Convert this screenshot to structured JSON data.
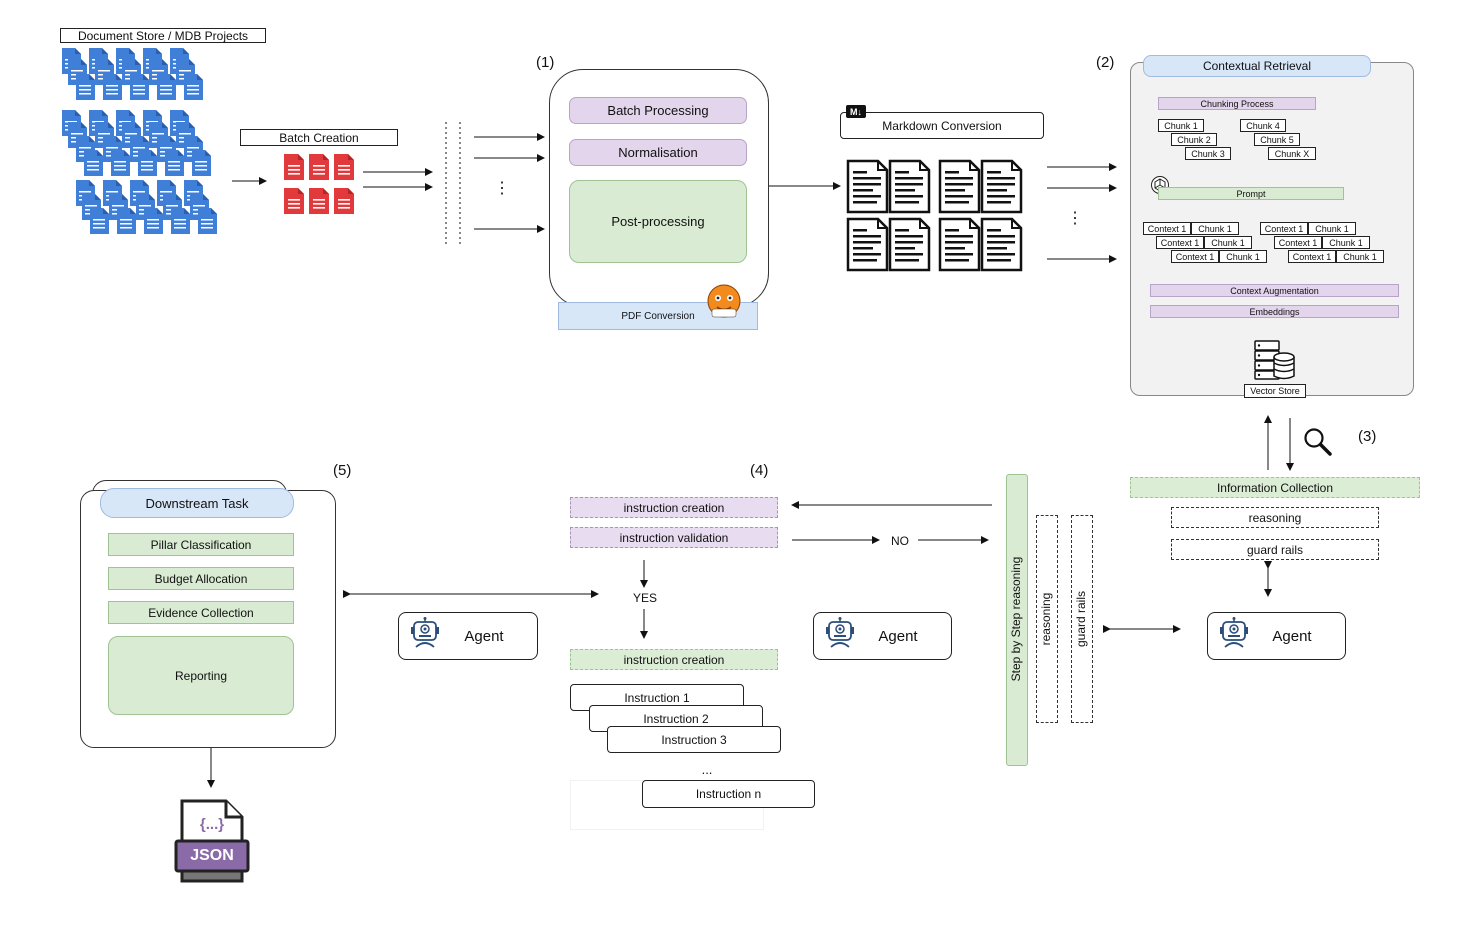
{
  "colors": {
    "purple_fill": "#e3d5ec",
    "green_fill": "#d9ebd2",
    "blue_fill": "#d7e7f8",
    "doc_blue": "#3f7fd8",
    "doc_red": "#e2393c",
    "json_purple": "#8b6aa8"
  },
  "source": {
    "title": "Document Store / MDB Projects",
    "batch_title": "Batch Creation"
  },
  "step1": {
    "number": "(1)",
    "batch_processing": "Batch Processing",
    "normalisation": "Normalisation",
    "post_processing": "Post-processing",
    "pdf_conversion": "PDF Conversion"
  },
  "markdown": {
    "title": "Markdown Conversion",
    "badge": "M↓",
    "ellipsis": "⋮"
  },
  "step2": {
    "number": "(2)",
    "title": "Contextual Retrieval",
    "chunking": "Chunking Process",
    "chunks_left": [
      "Chunk 1",
      "Chunk 2",
      "Chunk 3"
    ],
    "chunks_right": [
      "Chunk 4",
      "Chunk 5",
      "Chunk X"
    ],
    "prompt": "Prompt",
    "contexts_left": [
      "Context 1",
      "Chunk 1",
      "Context 1",
      "Chunk 1",
      "Context 1",
      "Chunk 1"
    ],
    "contexts_right": [
      "Context 1",
      "Chunk 1",
      "Context 1",
      "Chunk 1",
      "Context 1",
      "Chunk 1"
    ],
    "context_augmentation": "Context Augmentation",
    "embeddings": "Embeddings",
    "vector_store": "Vector Store"
  },
  "step3": {
    "number": "(3)",
    "information_collection": "Information Collection",
    "reasoning": "reasoning",
    "guard_rails": "guard rails",
    "agent": "Agent"
  },
  "middle": {
    "step_by_step": "Step by Step reasoning",
    "reasoning": "reasoning",
    "guard_rails": "guard rails",
    "agent": "Agent"
  },
  "step4": {
    "number": "(4)",
    "instruction_creation": "instruction creation",
    "instruction_validation": "instruction validation",
    "no": "NO",
    "yes": "YES",
    "instruction_creation_2": "instruction creation",
    "instructions": [
      "Instruction 1",
      "Instruction 2",
      "Instruction 3"
    ],
    "ellipsis": "...",
    "instruction_n": "Instruction n",
    "agent": "Agent"
  },
  "step5": {
    "number": "(5)",
    "title": "Downstream Task",
    "items": [
      "Pillar Classification",
      "Budget Allocation",
      "Evidence Collection",
      "Reporting"
    ],
    "json_braces": "{...}",
    "json_label": "JSON"
  }
}
